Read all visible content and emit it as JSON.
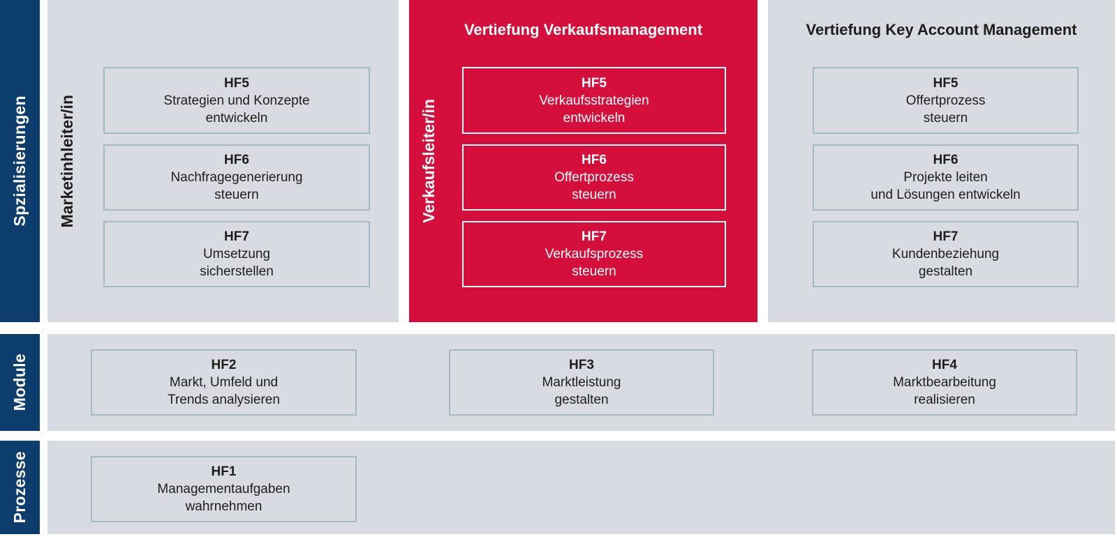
{
  "palette": {
    "navy": "#0d3d6d",
    "red": "#d50f3c",
    "panel_gray": "#d8dce2",
    "box_border": "#a6b9c2",
    "text_dark": "#1d1d1b",
    "text_light": "#ffffff"
  },
  "sidebar": {
    "specializations": "Spzialisierungen",
    "module": "Module",
    "prozesse": "Prozesse"
  },
  "panels": {
    "marketing": {
      "vertical_label": "Marketinhleiter/in",
      "boxes": [
        {
          "code": "HF5",
          "text": "Strategien und Konzepte\nentwickeln"
        },
        {
          "code": "HF6",
          "text": "Nachfragegenerierung\nsteuern"
        },
        {
          "code": "HF7",
          "text": "Umsetzung\nsicherstellen"
        }
      ]
    },
    "verkauf": {
      "title": "Vertiefung Verkaufsmanagement",
      "vertical_label": "Verkaufsleiter/in",
      "boxes": [
        {
          "code": "HF5",
          "text": "Verkaufsstrategien\nentwickeln"
        },
        {
          "code": "HF6",
          "text": "Offertprozess\nsteuern"
        },
        {
          "code": "HF7",
          "text": "Verkaufsprozess\nsteuern"
        }
      ]
    },
    "key_account": {
      "title": "Vertiefung Key Account Management",
      "boxes": [
        {
          "code": "HF5",
          "text": "Offertprozess\nsteuern"
        },
        {
          "code": "HF6",
          "text": "Projekte leiten\nund Lösungen entwickeln"
        },
        {
          "code": "HF7",
          "text": "Kundenbeziehung\ngestalten"
        }
      ]
    },
    "module": {
      "boxes": [
        {
          "code": "HF2",
          "text": "Markt, Umfeld und\nTrends analysieren"
        },
        {
          "code": "HF3",
          "text": "Marktleistung\ngestalten"
        },
        {
          "code": "HF4",
          "text": "Marktbearbeitung\nrealisieren"
        }
      ]
    },
    "prozesse": {
      "boxes": [
        {
          "code": "HF1",
          "text": "Managementaufgaben\nwahrnehmen"
        }
      ]
    }
  }
}
